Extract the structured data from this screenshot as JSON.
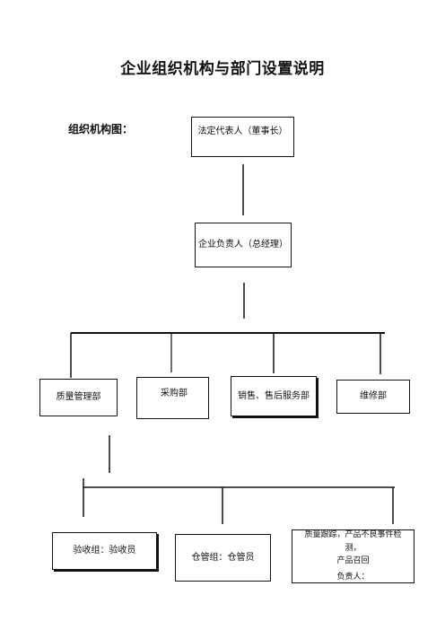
{
  "title": "企业组织机构与部门设置说明",
  "section_label": "组织机构图：",
  "nodes": {
    "chairman": "法定代表人（董事长）",
    "general_manager": "企业负责人（总经理）",
    "quality_dept": "质量管理部",
    "purchasing_dept": "采购部",
    "sales_service_dept": "销售、售后服务部",
    "maintenance_dept": "维修部",
    "acceptance_group": "验收组：验收员",
    "warehouse_group": "仓管组：仓管员",
    "quality_tracking": {
      "line1": "质量跟踪，产品不良事件检测，",
      "line2": "产品召回",
      "line3": "负责人："
    }
  }
}
